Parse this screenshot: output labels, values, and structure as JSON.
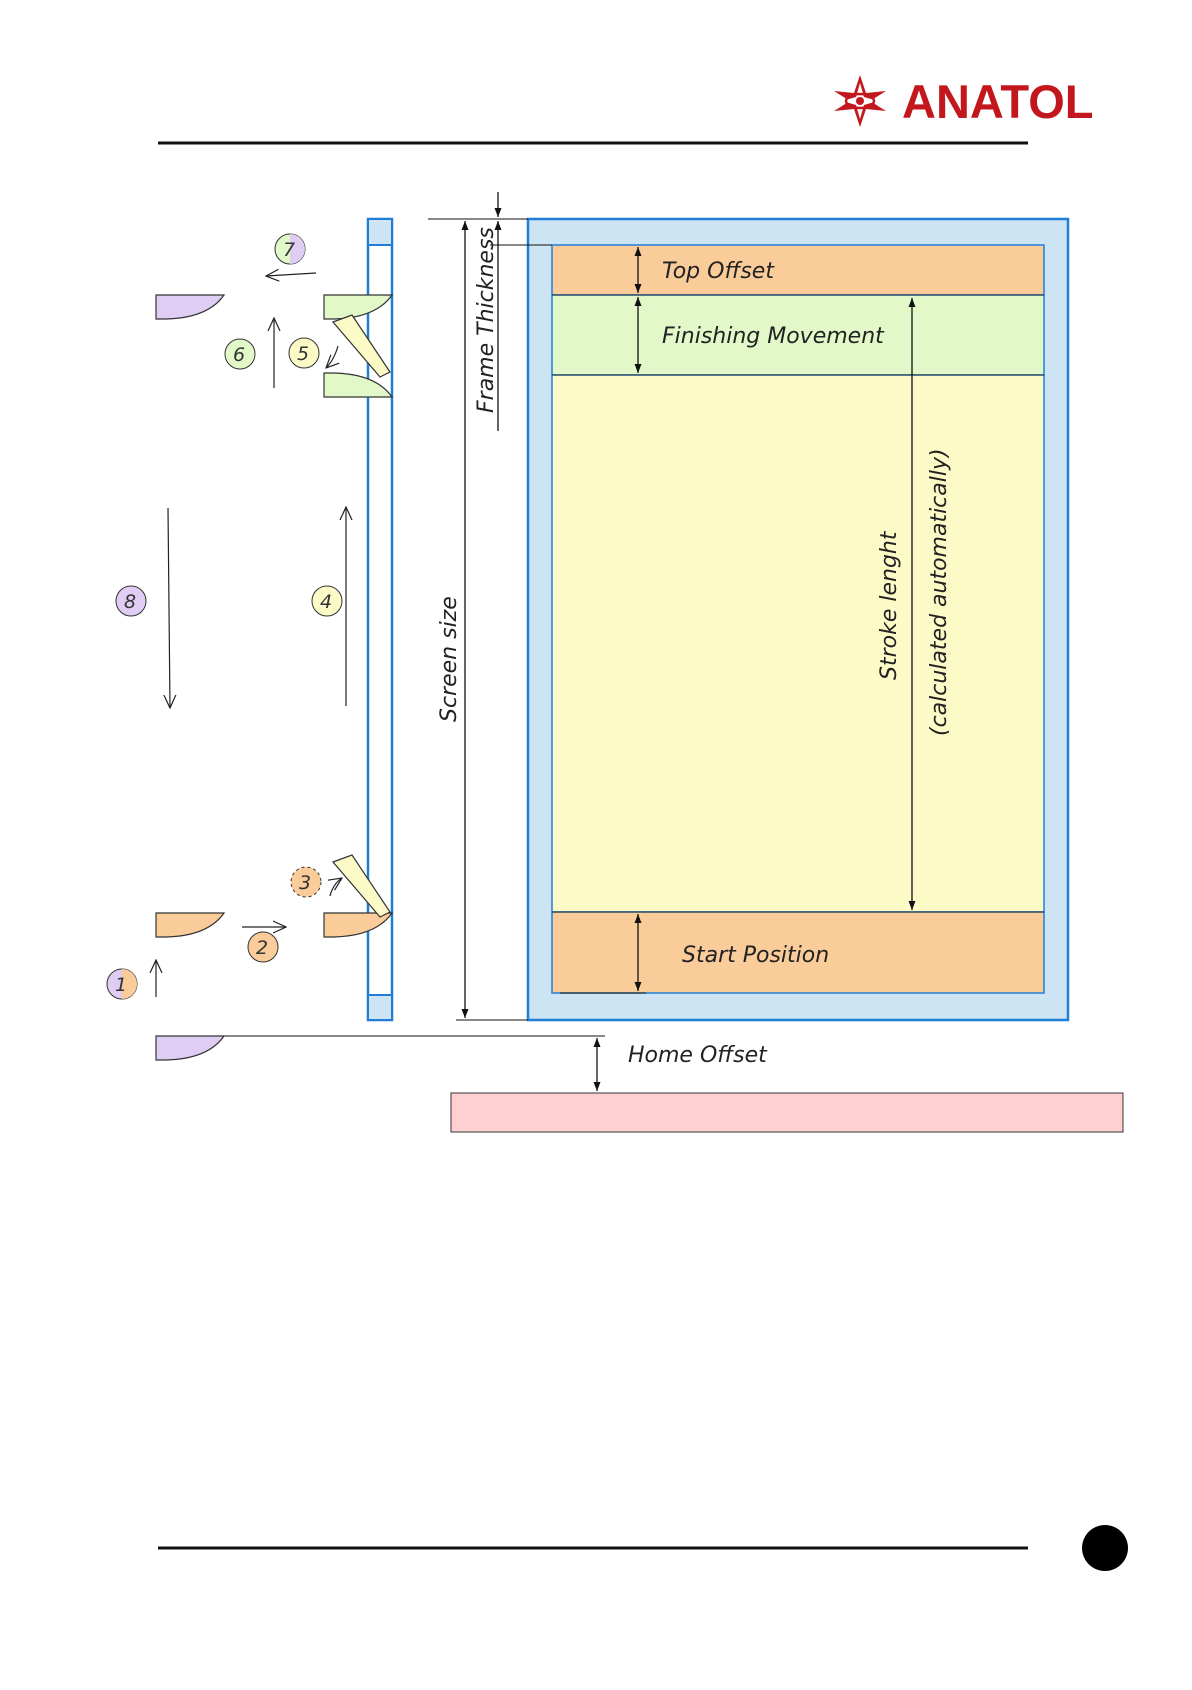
{
  "header": {
    "brand_name": "ANATOL",
    "brand_color": "#c3171e"
  },
  "colors": {
    "frame_fill": "#cde4f5",
    "frame_stroke": "#1f7fd6",
    "offset_fill": "#f9cc9a",
    "finishing_fill": "#e2f8c8",
    "stroke_fill": "#fcfbc7",
    "home_bar_fill": "#ffd0d0",
    "squeegee_purple": "#e0cdf3"
  },
  "diagram": {
    "labels": {
      "top_offset": "Top Offset",
      "finishing_movement": "Finishing Movement",
      "stroke_length": "Stroke lenght",
      "stroke_length_note": "(calculated automatically)",
      "start_position": "Start Position",
      "screen_size": "Screen size",
      "frame_thickness": "Frame Thickness",
      "home_offset": "Home Offset"
    },
    "steps": [
      {
        "number": "1"
      },
      {
        "number": "2"
      },
      {
        "number": "3"
      },
      {
        "number": "4"
      },
      {
        "number": "5"
      },
      {
        "number": "6"
      },
      {
        "number": "7"
      },
      {
        "number": "8"
      }
    ]
  }
}
